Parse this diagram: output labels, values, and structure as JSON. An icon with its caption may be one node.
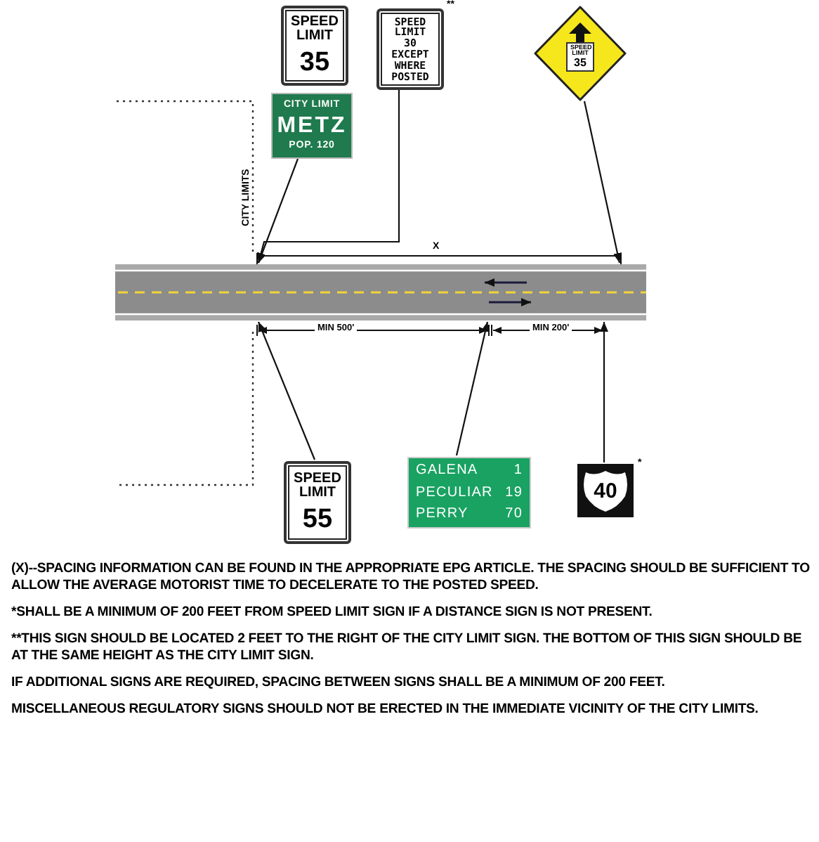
{
  "diagram": {
    "nodes": [
      {
        "text": [
          "SPEED LIMIT",
          "35"
        ]
      },
      {
        "text": [
          "CITY LIMIT",
          "METZ",
          "POP. 120"
        ]
      },
      {
        "text": [
          "SPEED LIMIT 30 EXCEPT WHERE POSTED"
        ],
        "beside": [
          "**"
        ]
      },
      {
        "text": [
          "SPEED LIMIT",
          "35"
        ]
      },
      {
        "text": [
          "SPEED LIMIT",
          "55"
        ]
      },
      {
        "text": [
          "GALENA 1",
          "PECULIAR 19",
          "PERRY 70"
        ]
      },
      {
        "text": [
          "40"
        ],
        "beside": [
          "*"
        ]
      },
      {
        "text": [],
        "shape": "road"
      }
    ],
    "edges": [
      {
        "from": 1,
        "to": 7,
        "arrow": "to"
      },
      {
        "from": 2,
        "to": 7,
        "arrow": "to"
      },
      {
        "from": 3,
        "to": 7,
        "arrow": "to"
      },
      {
        "from": 4,
        "to": 7,
        "arrow": "to"
      },
      {
        "from": 5,
        "to": 7,
        "arrow": "to"
      },
      {
        "from": 6,
        "to": 7,
        "arrow": "to"
      }
    ],
    "labels": [
      "CITY LIMITS",
      "X",
      "MIN 500'",
      "MIN 200'",
      "(X)--SPACING INFORMATION CAN BE FOUND IN THE APPROPRIATE EPG ARTICLE.  THE SPACING SHOULD BE SUFFICIENT TO ALLOW THE AVERAGE MOTORIST TIME TO DECELERATE TO THE POSTED SPEED.",
      "*SHALL BE A MINIMUM OF 200 FEET FROM SPEED LIMIT SIGN IF A DISTANCE SIGN IS NOT PRESENT.",
      "**THIS SIGN SHOULD BE LOCATED 2 FEET TO THE RIGHT OF THE CITY LIMIT SIGN.  THE BOTTOM OF THIS SIGN SHOULD BE AT THE SAME HEIGHT AS THE CITY LIMIT SIGN.",
      "IF ADDITIONAL SIGNS ARE REQUIRED, SPACING BETWEEN SIGNS SHALL BE A MINIMUM OF 200 FEET.",
      "MISCELLANEOUS REGULATORY SIGNS SHOULD NOT BE ERECTED IN THE IMMEDIATE VICINITY OF THE CITY LIMITS."
    ]
  }
}
